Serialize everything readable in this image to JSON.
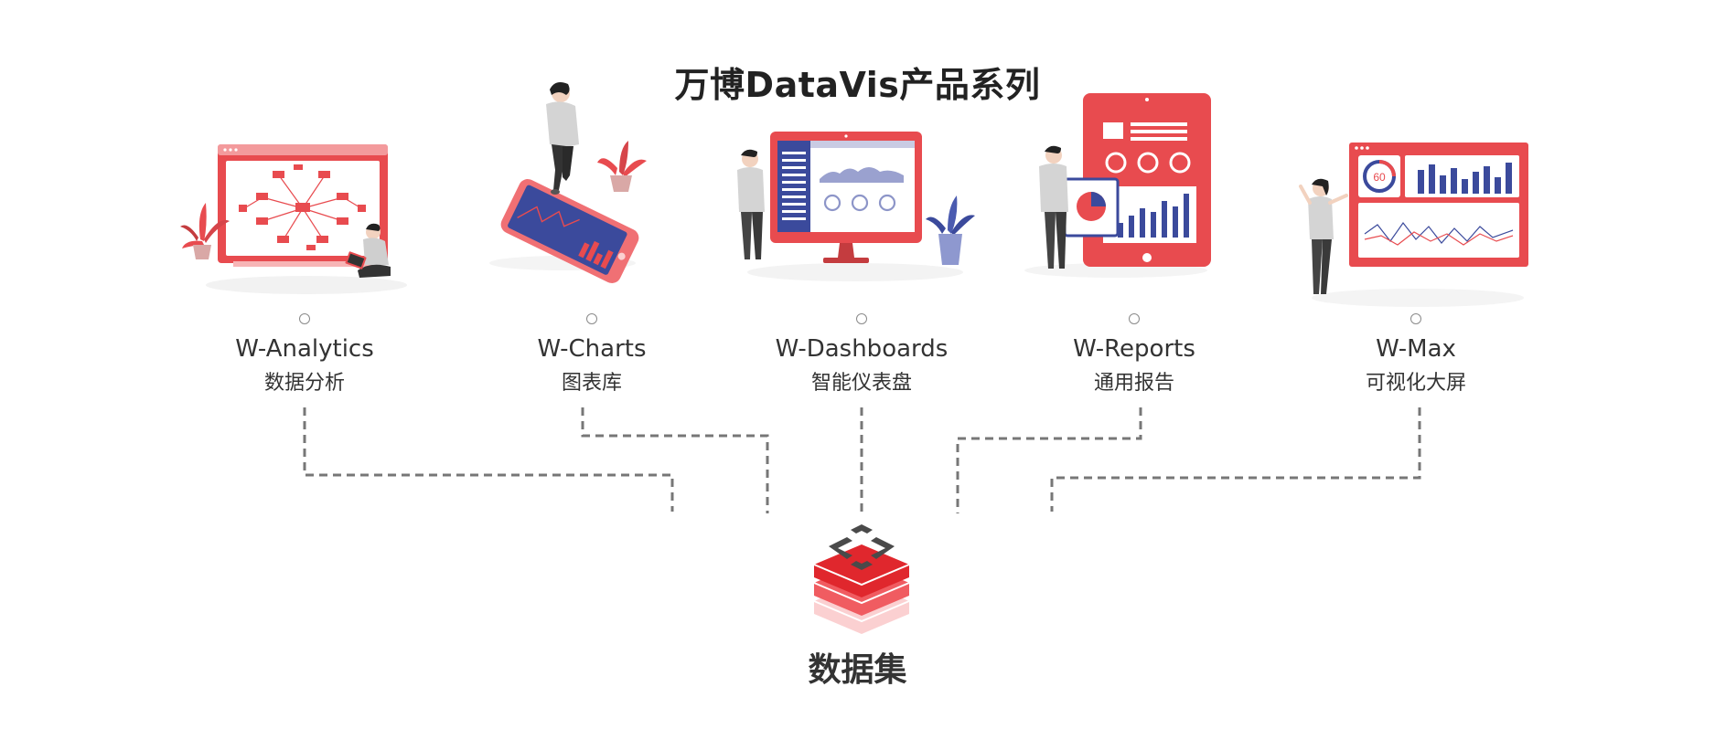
{
  "title": "万博DataVis产品系列",
  "products": [
    {
      "name": "W-Analytics",
      "subtitle": "数据分析",
      "illustration": "analytics-network-screen-illustration"
    },
    {
      "name": "W-Charts",
      "subtitle": "图表库",
      "illustration": "phone-chart-illustration"
    },
    {
      "name": "W-Dashboards",
      "subtitle": "智能仪表盘",
      "illustration": "monitor-dashboard-illustration"
    },
    {
      "name": "W-Reports",
      "subtitle": "通用报告",
      "illustration": "tablet-report-illustration"
    },
    {
      "name": "W-Max",
      "subtitle": "可视化大屏",
      "illustration": "large-screen-illustration"
    }
  ],
  "data_source": {
    "label": "数据集",
    "icon": "dataset-stack-icon"
  },
  "big_screen_gauge_value": "60",
  "colors": {
    "accent_red": "#e84b4f",
    "light_red": "#f59a9c",
    "navy": "#3b4a9c",
    "connector_gray": "#777777",
    "text": "#333333"
  }
}
